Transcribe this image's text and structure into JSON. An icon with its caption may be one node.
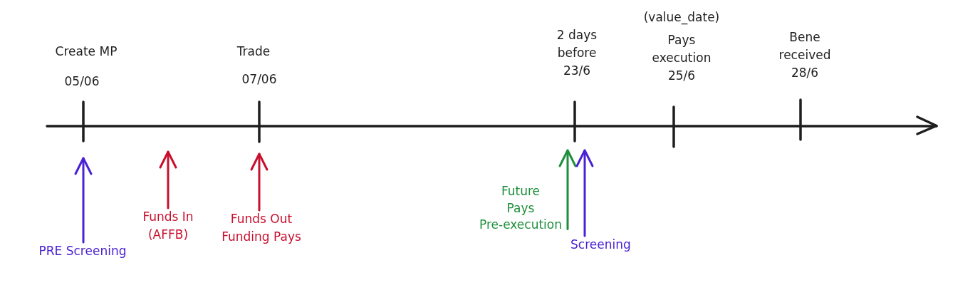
{
  "diagram": {
    "nodes": [
      {
        "text": [
          "PRE Screening"
        ]
      },
      {
        "text": [
          "Funds In (AFFB)"
        ]
      },
      {
        "text": [
          "Funds Out Funding Pays"
        ]
      },
      {
        "text": [
          "Future Pays Pre-execution"
        ]
      },
      {
        "text": [
          "Screening"
        ]
      }
    ],
    "edges": [
      {
        "from": 0,
        "to": null,
        "arrow": "to",
        "color": "#4a21d3"
      },
      {
        "from": 1,
        "to": null,
        "arrow": "to",
        "color": "#c8102e"
      },
      {
        "from": 2,
        "to": null,
        "arrow": "to",
        "color": "#c8102e"
      },
      {
        "from": 3,
        "to": null,
        "arrow": "to",
        "color": "#1f8f3c"
      },
      {
        "from": 4,
        "to": null,
        "arrow": "to",
        "color": "#4a21d3"
      }
    ],
    "labels": [
      "Create MP",
      "05/06",
      "Trade",
      "07/06",
      "2 days before 23/6",
      "(value_date)",
      "Pays execution 25/6",
      "Bene received 28/6"
    ]
  }
}
